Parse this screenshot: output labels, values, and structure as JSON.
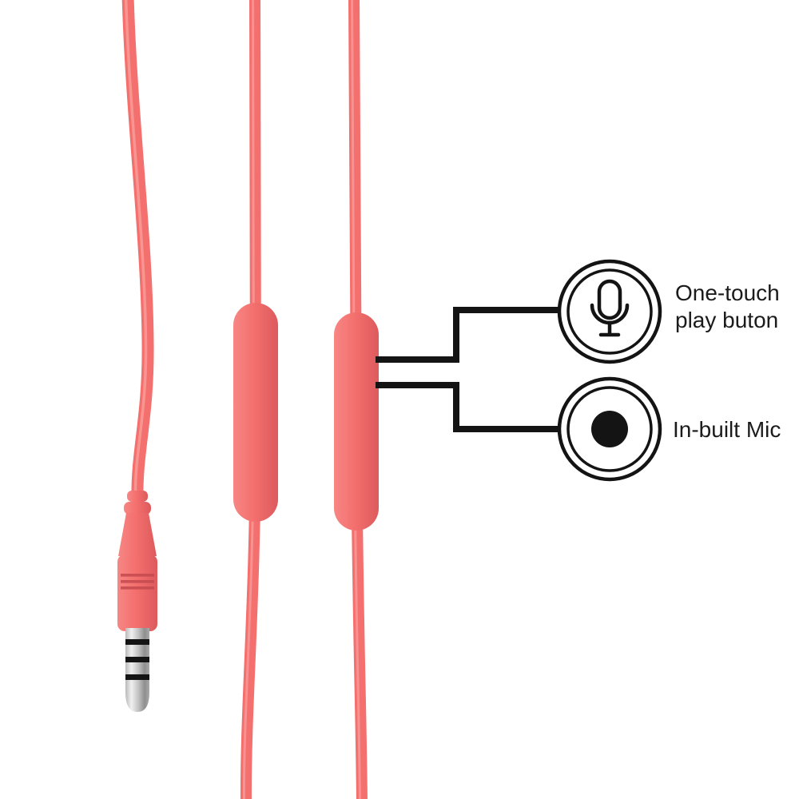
{
  "figure": {
    "description": "Coral earphone cable diagram with 3.5mm jack plug, two inline capsule controls and two annotated callouts",
    "background": "#ffffff"
  },
  "colors": {
    "cable": "#f4706e",
    "cable_dark": "#dd5a5d",
    "cable_light": "#f99b98",
    "outline": "#141414",
    "label": "#1b1b1b"
  },
  "callouts": [
    {
      "id": "play-button",
      "icon": "microphone-icon",
      "label_line1": "One-touch",
      "label_line2": "play buton"
    },
    {
      "id": "inbuilt-mic",
      "icon": "filled-dot-icon",
      "label_line1": "In-built Mic",
      "label_line2": ""
    }
  ]
}
